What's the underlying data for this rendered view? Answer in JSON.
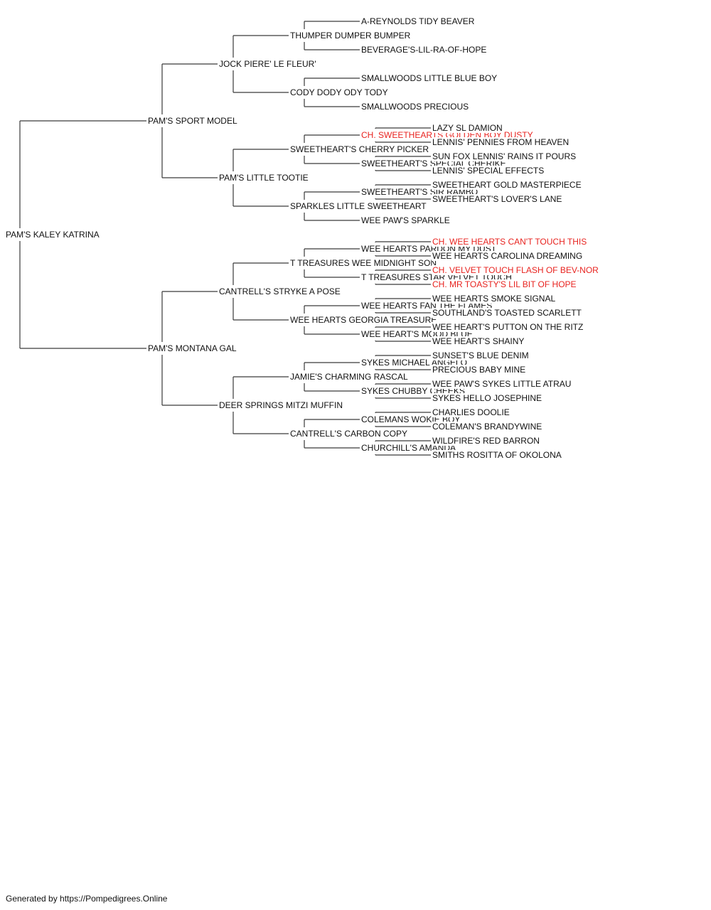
{
  "colors": {
    "line": "#3a3a3a",
    "text": "#111111",
    "champion": "#e8231f"
  },
  "footer": "Generated by https://Pompedigrees.Online",
  "pedigree": {
    "name": "PAM'S KALEY KATRINA",
    "children": [
      {
        "name": "PAM'S SPORT MODEL",
        "children": [
          {
            "name": "JOCK PIERE' LE FLEUR'",
            "children": [
              {
                "name": "THUMPER DUMPER BUMPER",
                "children": [
                  {
                    "name": "A-REYNOLDS TIDY BEAVER"
                  },
                  {
                    "name": "BEVERAGE'S-LIL-RA-OF-HOPE"
                  }
                ]
              },
              {
                "name": "CODY DODY ODY TODY",
                "children": [
                  {
                    "name": "SMALLWOODS LITTLE BLUE BOY"
                  },
                  {
                    "name": "SMALLWOODS PRECIOUS"
                  }
                ]
              }
            ]
          },
          {
            "name": "PAM'S LITTLE TOOTIE",
            "children": [
              {
                "name": "SWEETHEART'S CHERRY PICKER",
                "children": [
                  {
                    "name": "CH. SWEETHEARTS GOLDEN BOY DUSTY",
                    "champion": true,
                    "children": [
                      {
                        "name": "LAZY SL DAMION"
                      },
                      {
                        "name": "LENNIS' PENNIES FROM HEAVEN"
                      }
                    ]
                  },
                  {
                    "name": "SWEETHEART'S SPECIAL CHERIKE",
                    "children": [
                      {
                        "name": "SUN FOX LENNIS' RAINS IT POURS"
                      },
                      {
                        "name": "LENNIS' SPECIAL EFFECTS"
                      }
                    ]
                  }
                ]
              },
              {
                "name": "SPARKLES LITTLE SWEETHEART",
                "children": [
                  {
                    "name": "SWEETHEART'S SIR RAMBO",
                    "children": [
                      {
                        "name": "SWEETHEART GOLD MASTERPIECE"
                      },
                      {
                        "name": "SWEETHEART'S LOVER'S LANE"
                      }
                    ]
                  },
                  {
                    "name": "WEE PAW'S SPARKLE"
                  }
                ]
              }
            ]
          }
        ]
      },
      {
        "name": "PAM'S MONTANA GAL",
        "children": [
          {
            "name": "CANTRELL'S STRYKE A POSE",
            "children": [
              {
                "name": "T TREASURES WEE MIDNIGHT SON",
                "children": [
                  {
                    "name": "WEE HEARTS PARDON MY DUST",
                    "children": [
                      {
                        "name": "CH. WEE HEARTS CAN'T TOUCH THIS",
                        "champion": true
                      },
                      {
                        "name": "WEE HEARTS CAROLINA DREAMING"
                      }
                    ]
                  },
                  {
                    "name": "T TREASURES STAR VELVET TOUCH",
                    "children": [
                      {
                        "name": "CH. VELVET TOUCH FLASH OF BEV-NOR",
                        "champion": true
                      },
                      {
                        "name": "CH. MR TOASTY'S LIL BIT OF HOPE",
                        "champion": true
                      }
                    ]
                  }
                ]
              },
              {
                "name": "WEE HEARTS GEORGIA TREASURE",
                "children": [
                  {
                    "name": "WEE HEARTS FAN THE FLAMES",
                    "children": [
                      {
                        "name": "WEE HEARTS SMOKE SIGNAL"
                      },
                      {
                        "name": "SOUTHLAND'S TOASTED SCARLETT"
                      }
                    ]
                  },
                  {
                    "name": "WEE HEART'S MOOD BLUE",
                    "children": [
                      {
                        "name": "WEE HEART'S PUTTON ON THE RITZ"
                      },
                      {
                        "name": "WEE HEART'S SHAINY"
                      }
                    ]
                  }
                ]
              }
            ]
          },
          {
            "name": "DEER SPRINGS MITZI MUFFIN",
            "children": [
              {
                "name": "JAMIE'S CHARMING RASCAL",
                "children": [
                  {
                    "name": "SYKES MICHAEL ANGELO",
                    "children": [
                      {
                        "name": "SUNSET'S BLUE DENIM"
                      },
                      {
                        "name": "PRECIOUS BABY MINE"
                      }
                    ]
                  },
                  {
                    "name": "SYKES CHUBBY CHEEKS",
                    "children": [
                      {
                        "name": "WEE PAW'S SYKES LITTLE ATRAU"
                      },
                      {
                        "name": "SYKES HELLO JOSEPHINE"
                      }
                    ]
                  }
                ]
              },
              {
                "name": "CANTRELL'S CARBON COPY",
                "children": [
                  {
                    "name": "COLEMANS WOKIE BOY",
                    "children": [
                      {
                        "name": "CHARLIES DOOLIE"
                      },
                      {
                        "name": "COLEMAN'S BRANDYWINE"
                      }
                    ]
                  },
                  {
                    "name": "CHURCHILL'S AMANDA",
                    "children": [
                      {
                        "name": "WILDFIRE'S RED BARRON"
                      },
                      {
                        "name": "SMITHS ROSITTA OF OKOLONA"
                      }
                    ]
                  }
                ]
              }
            ]
          }
        ]
      }
    ]
  }
}
